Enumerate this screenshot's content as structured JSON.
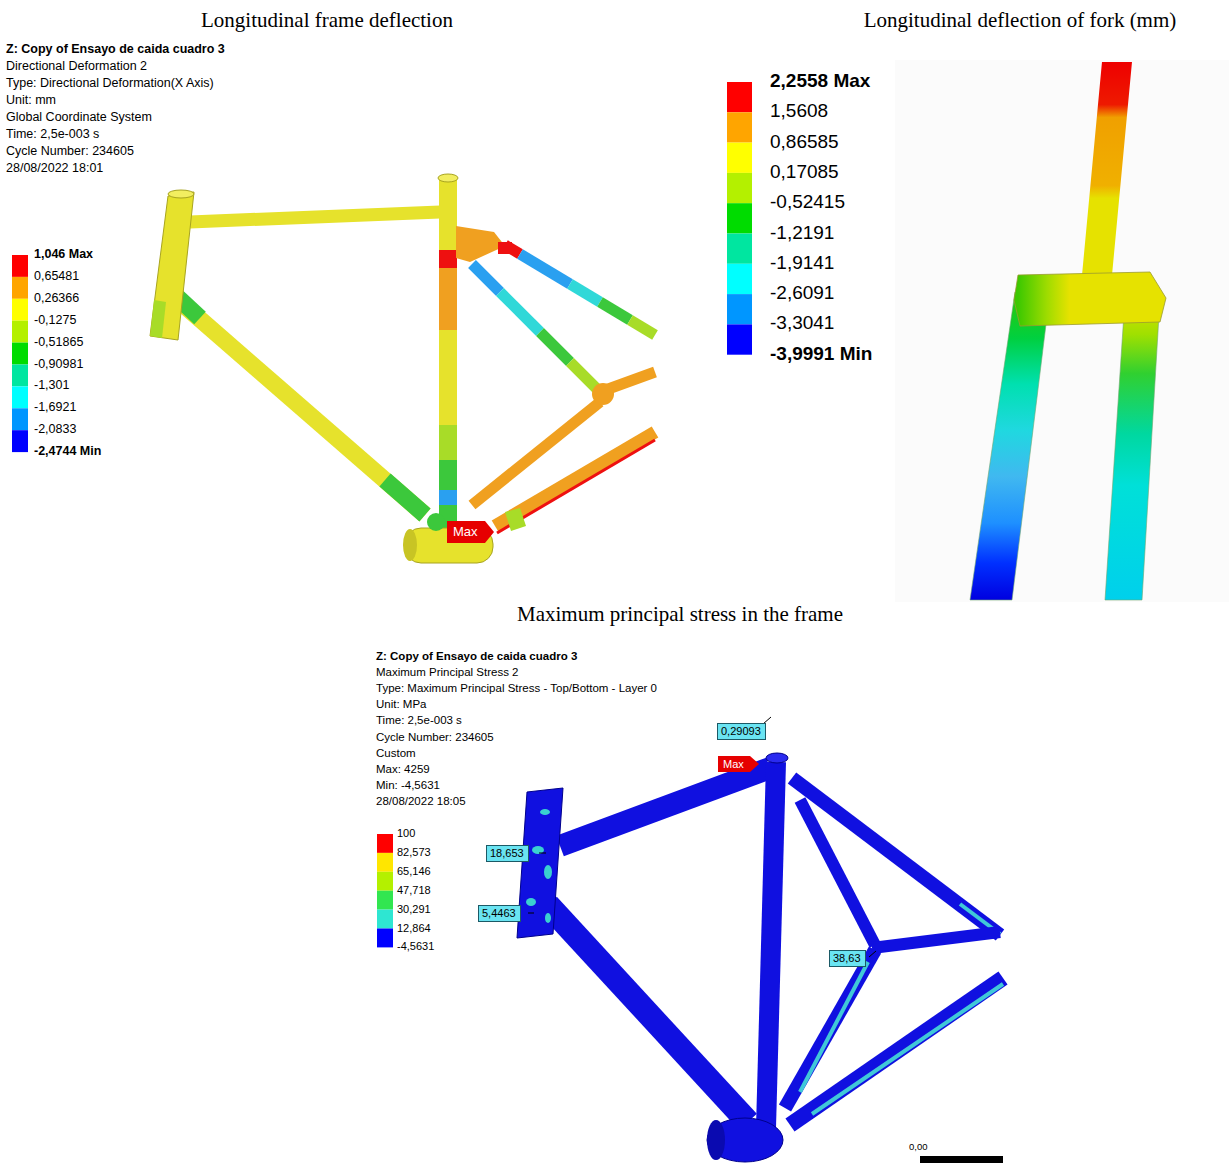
{
  "diagram": {
    "nodes": [
      {
        "text": [
          "Max"
        ]
      },
      {
        "text": [
          "0,29093"
        ]
      },
      {
        "text": [
          "Max"
        ]
      },
      {
        "text": [
          "18,653"
        ]
      },
      {
        "text": [
          "5,4463"
        ]
      },
      {
        "text": [
          "38,63"
        ]
      }
    ],
    "labels": [
      "Longitudinal frame deflection",
      "Longitudinal deflection of fork (mm)",
      "Maximum principal stress in the frame",
      "Z: Copy of Ensayo de caida cuadro 3",
      "Directional Deformation 2",
      "Type: Directional Deformation(X Axis)",
      "Unit: mm",
      "Global Coordinate System",
      "Time: 2,5e-003 s",
      "Cycle Number: 234605",
      "28/08/2022 18:01",
      "1,046 Max",
      "0,65481",
      "0,26366",
      "-0,1275",
      "-0,51865",
      "-0,90981",
      "-1,301",
      "-1,6921",
      "-2,0833",
      "-2,4744 Min",
      "2,2558 Max",
      "1,5608",
      "0,86585",
      "0,17085",
      "-0,52415",
      "-1,2191",
      "-1,9141",
      "-2,6091",
      "-3,3041",
      "-3,9991 Min",
      "Z: Copy of Ensayo de caida cuadro 3",
      "Maximum Principal Stress 2",
      "Type: Maximum Principal Stress - Top/Bottom - Layer 0",
      "Unit: MPa",
      "Time: 2,5e-003 s",
      "Cycle Number: 234605",
      "Custom",
      "Max: 4259",
      "Min: -4,5631",
      "28/08/2022 18:05",
      "100",
      "82,573",
      "65,146",
      "47,718",
      "30,291",
      "12,864",
      "-4,5631",
      "0,00"
    ]
  }
}
